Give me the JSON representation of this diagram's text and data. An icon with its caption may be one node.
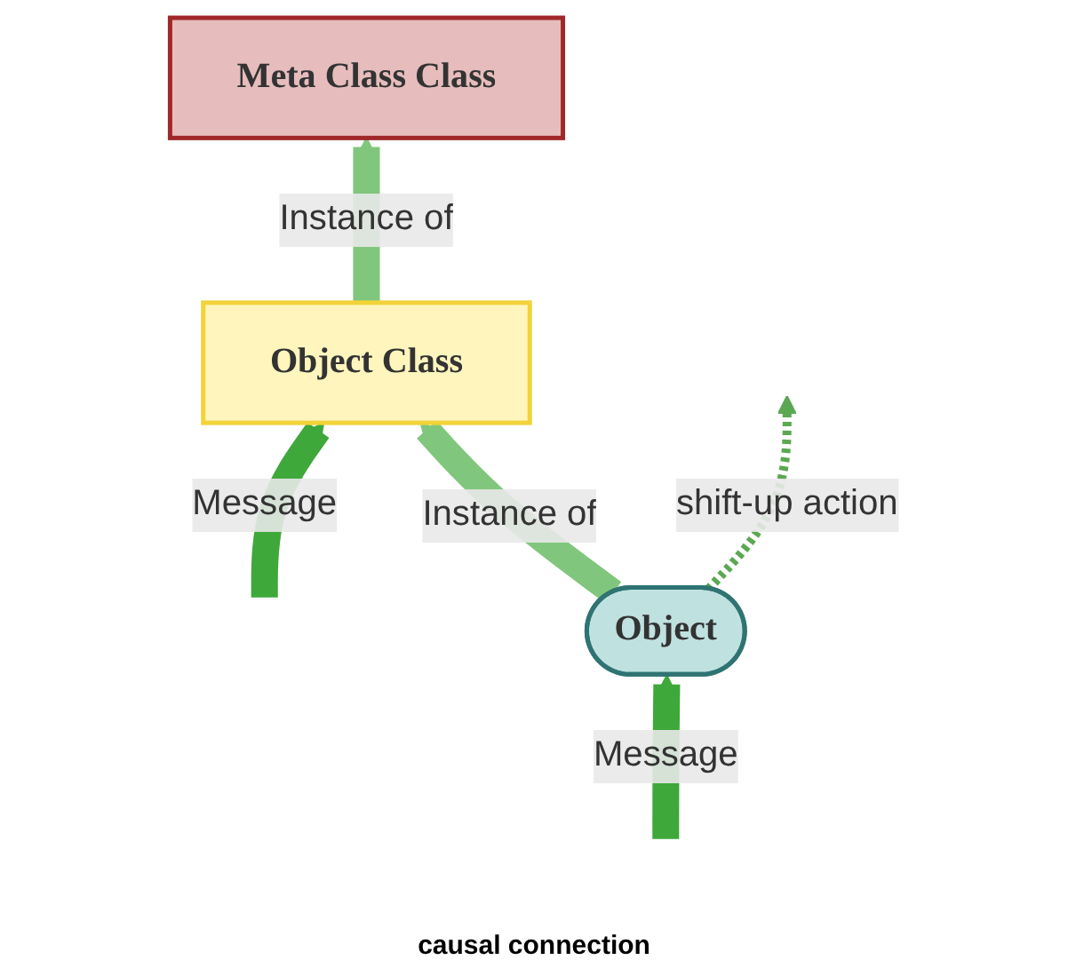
{
  "diagram": {
    "nodes": [
      {
        "text": [
          "Meta Class Class"
        ]
      },
      {
        "text": [
          "Object Class"
        ]
      },
      {
        "text": [
          "Object"
        ]
      }
    ],
    "edges": [
      {
        "from": 1,
        "to": 0,
        "arrow": "to",
        "label": "Instance of",
        "color": "#80c67c"
      },
      {
        "from": null,
        "to": 1,
        "arrow": "to",
        "label": "Message",
        "color": "#3ea83a"
      },
      {
        "from": 2,
        "to": 1,
        "arrow": "to",
        "label": "Instance of",
        "color": "#80c67c"
      },
      {
        "from": 2,
        "to": null,
        "arrow": "to",
        "label": "shift-up action",
        "style": "dashed",
        "color": "#5aa852"
      },
      {
        "from": null,
        "to": 2,
        "arrow": "to",
        "label": "Message",
        "color": "#3ea83a"
      }
    ],
    "labels": [
      "causal connection"
    ]
  }
}
